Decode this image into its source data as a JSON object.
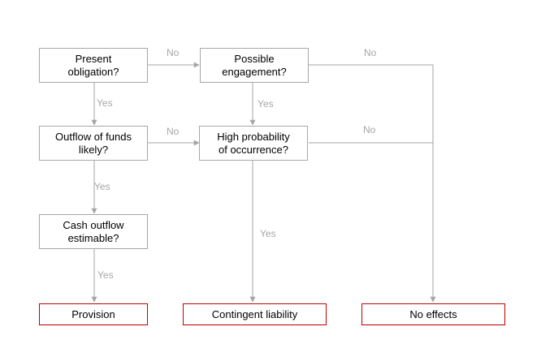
{
  "questions": {
    "present_obligation": "Present\nobligation?",
    "possible_engagement": "Possible\nengagement?",
    "outflow_likely": "Outflow of funds\nlikely?",
    "high_probability": "High  probability\nof occurrence?",
    "cash_estimable": "Cash outflow\nestimable?"
  },
  "outcomes": {
    "provision": "Provision",
    "contingent_liability": "Contingent liability",
    "no_effects": "No effects"
  },
  "edge_labels": {
    "no": "No",
    "yes": "Yes"
  },
  "colors": {
    "question_border": "#a6a6a6",
    "outcome_border": "#c00000",
    "connector": "#a6a6a6",
    "edge_label_text": "#a6a6a6"
  }
}
